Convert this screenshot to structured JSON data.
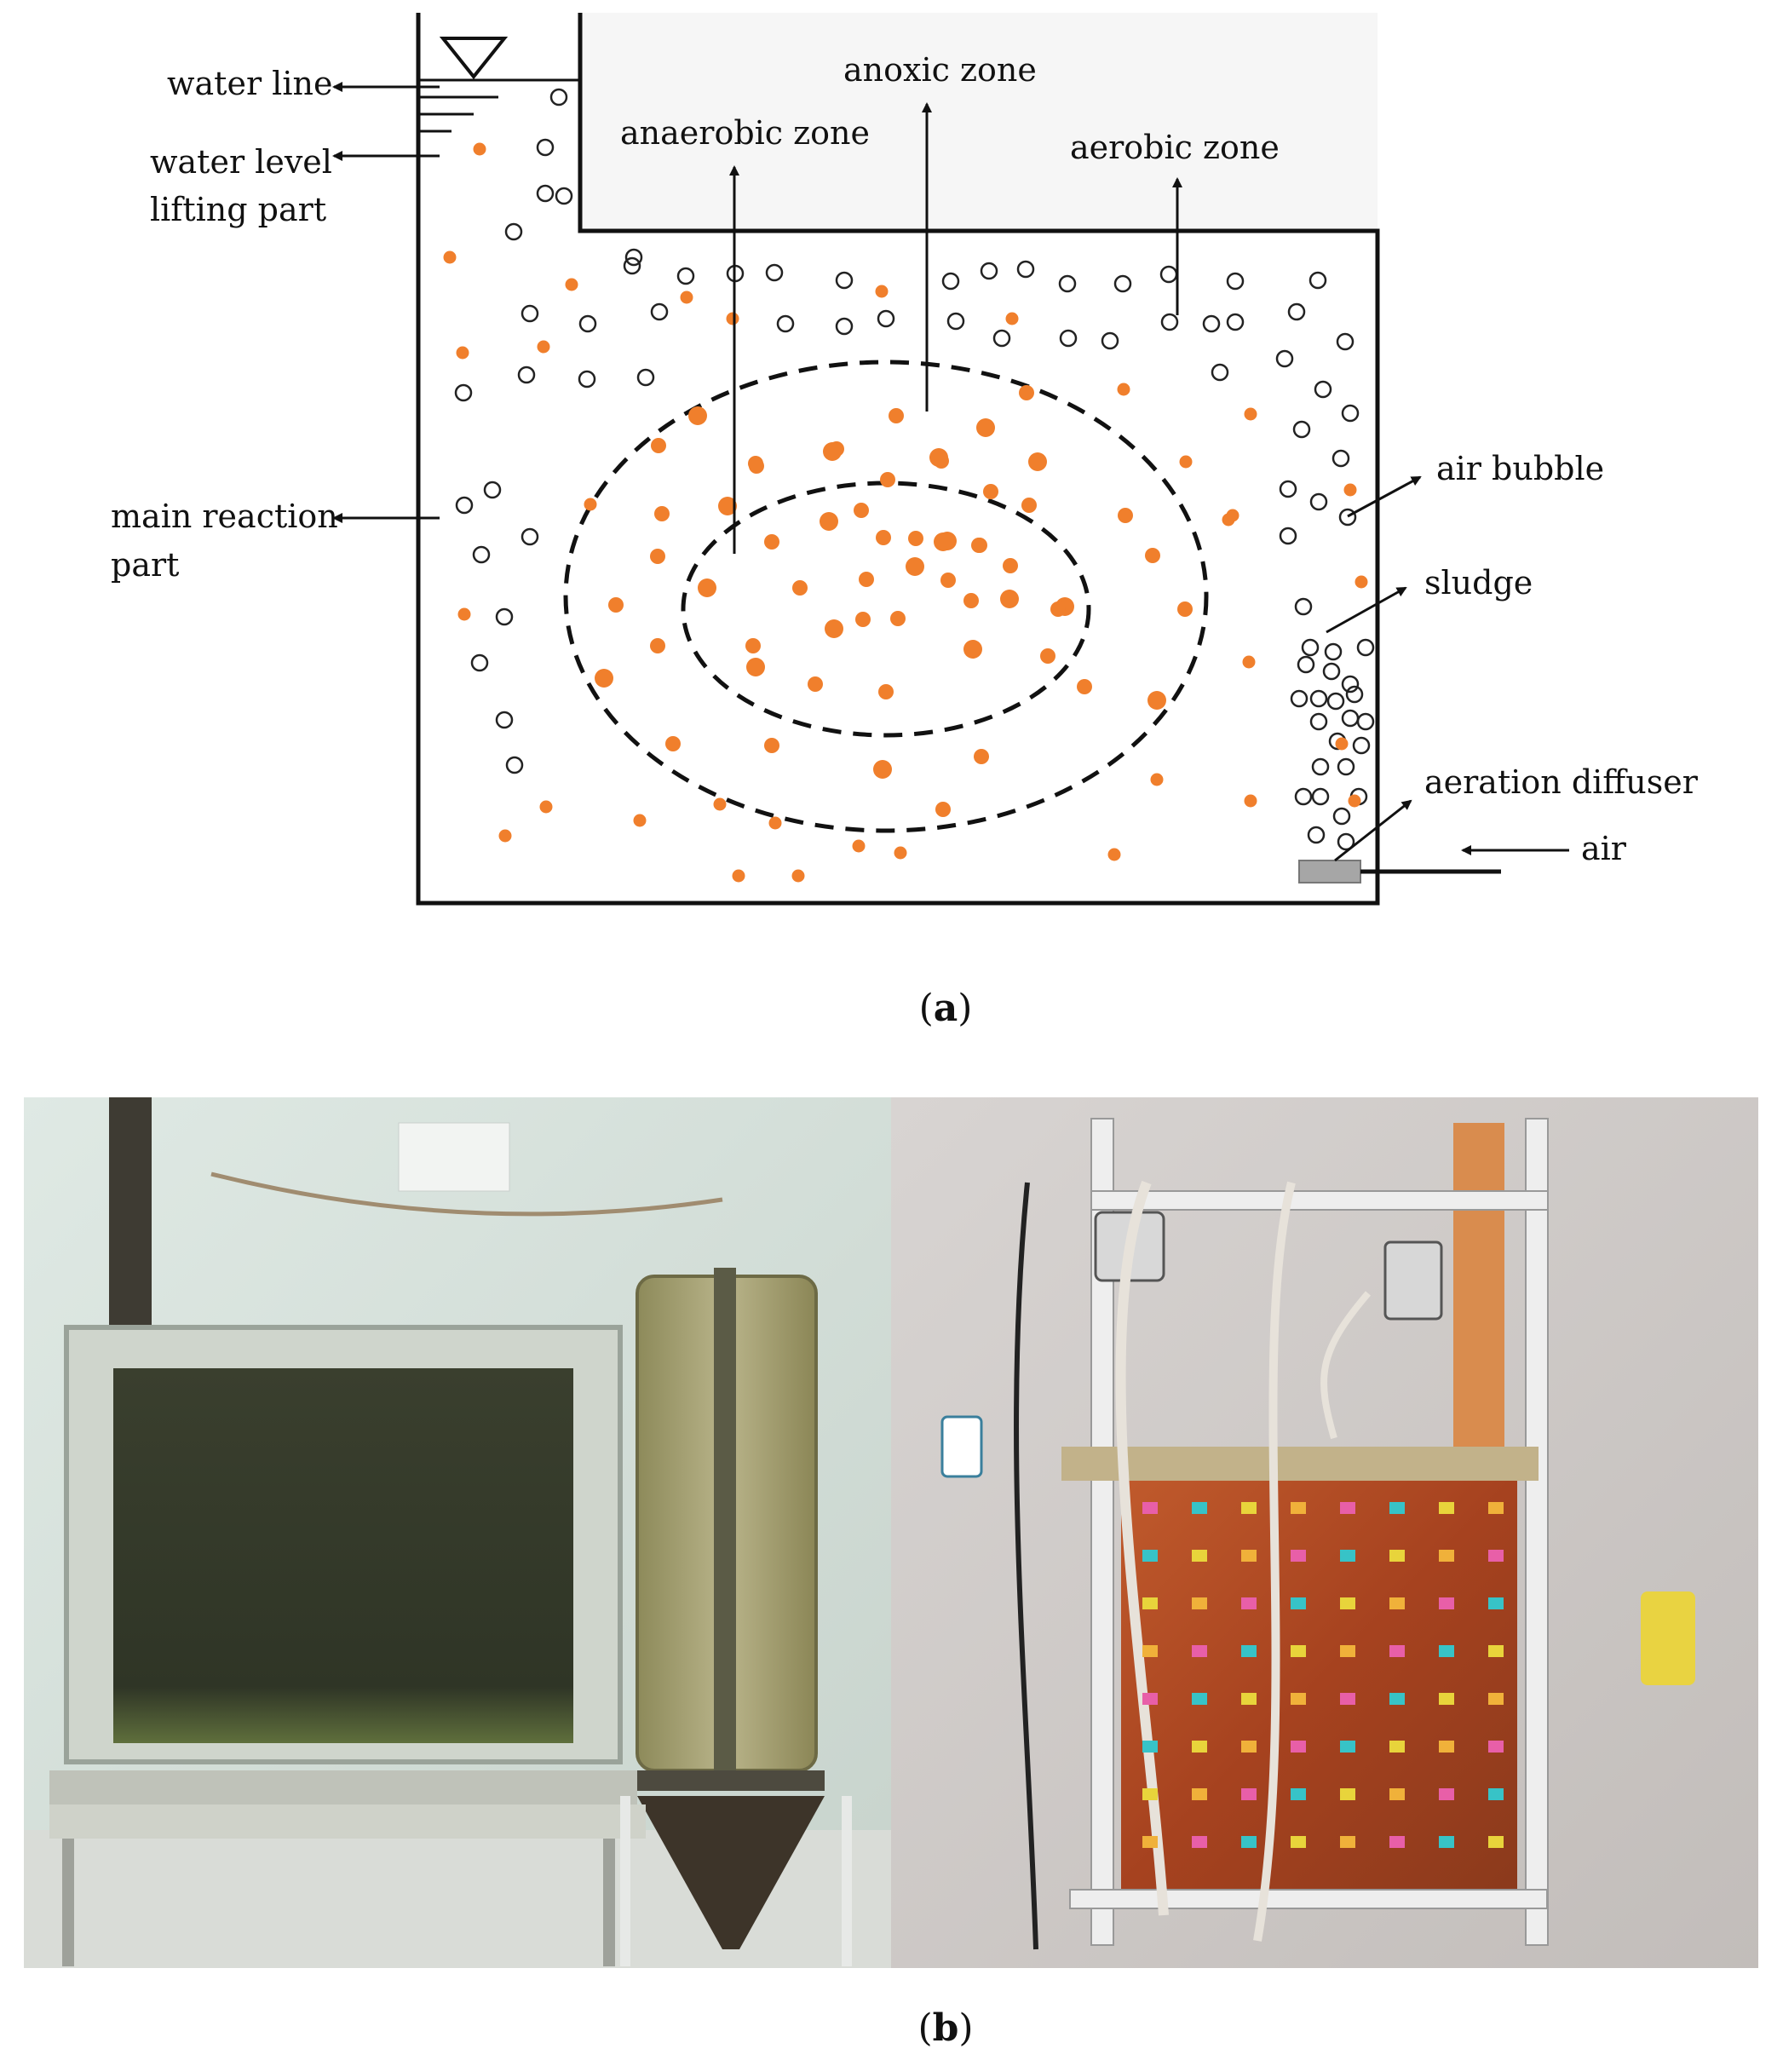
{
  "diagram": {
    "labels": {
      "water_line": "water line",
      "water_level_lifting_1": "water level",
      "water_level_lifting_2": "lifting part",
      "main_reaction_1": "main reaction",
      "main_reaction_2": "part",
      "anoxic_zone": "anoxic zone",
      "anaerobic_zone": "anaerobic zone",
      "aerobic_zone": "aerobic zone",
      "air_bubble": "air bubble",
      "sludge": "sludge",
      "aeration_diffuser": "aeration diffuser",
      "air": "air"
    },
    "colors": {
      "sludge": "#f07f2c",
      "line": "#111111",
      "diffuser": "#a6a6a6",
      "upper_band": "#f6f6f6"
    },
    "caption": {
      "open": "(",
      "letter": "a",
      "close": ")"
    }
  },
  "photos": {
    "left": {
      "subject": "aerated tank reactor with settling cone column on steel stand"
    },
    "right": {
      "subject": "transparent reactor panel on white slotted-angle rack with colored binder clips"
    },
    "caption": {
      "open": "(",
      "letter": "b",
      "close": ")"
    }
  }
}
